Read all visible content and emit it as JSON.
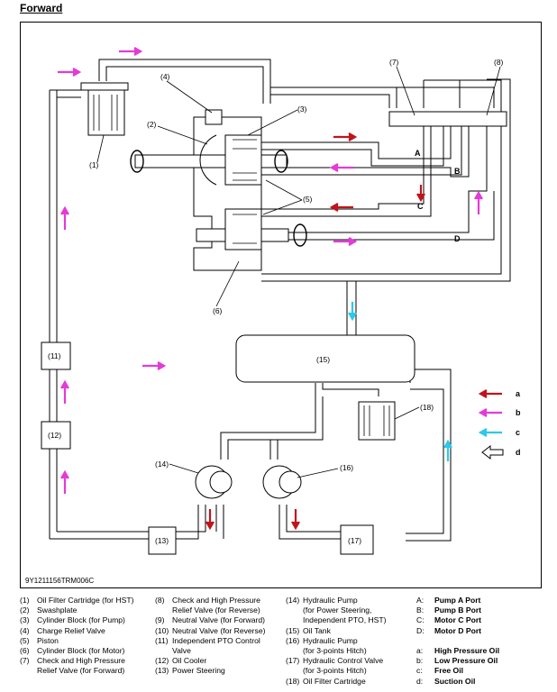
{
  "heading": "Forward",
  "figure_code": "9Y1211156TRM006C",
  "callout_numbers": [
    "(1)",
    "(2)",
    "(3)",
    "(4)",
    "(5)",
    "(6)",
    "(7)",
    "(8)",
    "(11)",
    "(12)",
    "(13)",
    "(14)",
    "(15)",
    "(16)",
    "(17)",
    "(18)"
  ],
  "port_letters": [
    "A",
    "B",
    "C",
    "D"
  ],
  "arrow_legend": [
    {
      "key": "a",
      "color": "#c0141b"
    },
    {
      "key": "b",
      "color": "#e53ad8"
    },
    {
      "key": "c",
      "color": "#2ec8e8"
    },
    {
      "key": "d",
      "color": "#ffffff"
    }
  ],
  "colors": {
    "high_pressure": "#c0141b",
    "low_pressure": "#e53ad8",
    "free": "#2ec8e8",
    "suction": "#ffffff"
  },
  "legend": {
    "col1": [
      {
        "num": "(1)",
        "text": "Oil Filter Cartridge (for HST)"
      },
      {
        "num": "(2)",
        "text": "Swashplate"
      },
      {
        "num": "(3)",
        "text": "Cylinder Block (for Pump)"
      },
      {
        "num": "(4)",
        "text": "Charge Relief Valve"
      },
      {
        "num": "(5)",
        "text": "Piston"
      },
      {
        "num": "(6)",
        "text": "Cylinder Block (for Motor)"
      },
      {
        "num": "(7)",
        "text": "Check and High Pressure",
        "cont": "Relief Valve (for Forward)"
      }
    ],
    "col2": [
      {
        "num": "(8)",
        "text": "Check and High Pressure",
        "cont": "Relief Valve (for Reverse)"
      },
      {
        "num": "(9)",
        "text": "Neutral Valve (for Forward)"
      },
      {
        "num": "(10)",
        "text": "Neutral Valve (for Reverse)"
      },
      {
        "num": "(11)",
        "text": "Independent PTO Control",
        "cont": "Valve"
      },
      {
        "num": "(12)",
        "text": "Oil Cooler"
      },
      {
        "num": "(13)",
        "text": "Power Steering"
      }
    ],
    "col3": [
      {
        "num": "(14)",
        "text": "Hydraulic Pump",
        "cont": "(for Power Steering,",
        "cont2": "Independent PTO, HST)"
      },
      {
        "num": "(15)",
        "text": "Oil Tank"
      },
      {
        "num": "(16)",
        "text": "Hydraulic Pump",
        "cont": "(for 3-points Hitch)"
      },
      {
        "num": "(17)",
        "text": "Hydraulic Control Valve",
        "cont": "(for 3-points Hitch)"
      },
      {
        "num": "(18)",
        "text": "Oil Filter Cartridge"
      }
    ],
    "col4": [
      {
        "num": "A:",
        "text": "Pump A Port"
      },
      {
        "num": "B:",
        "text": "Pump B Port"
      },
      {
        "num": "C:",
        "text": "Motor C Port"
      },
      {
        "num": "D:",
        "text": "Motor D Port"
      },
      {
        "num": "",
        "text": ""
      },
      {
        "num": "a:",
        "text": "High Pressure Oil"
      },
      {
        "num": "b:",
        "text": "Low Pressure Oil"
      },
      {
        "num": "c:",
        "text": "Free Oil"
      },
      {
        "num": "d:",
        "text": "Suction Oil"
      }
    ]
  }
}
